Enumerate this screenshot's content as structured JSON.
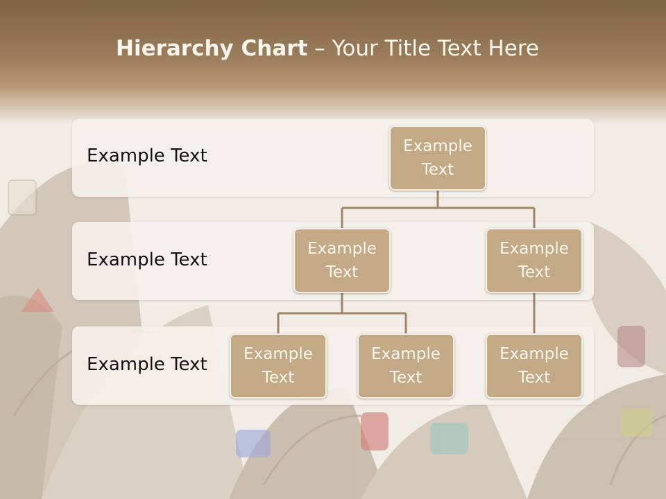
{
  "title": {
    "bold": "Hierarchy Chart",
    "rest": " – Your Title Text Here"
  },
  "rows": [
    {
      "label": "Example Text"
    },
    {
      "label": "Example Text"
    },
    {
      "label": "Example Text"
    }
  ],
  "nodes": {
    "root": "Example Text",
    "level2_left": "Example Text",
    "level2_right": "Example Text",
    "level3_a": "Example Text",
    "level3_b": "Example Text",
    "level3_c": "Example Text"
  },
  "colors": {
    "box_fill": "#c3a985",
    "connector": "#a08466",
    "header": "#9a7c5b"
  }
}
